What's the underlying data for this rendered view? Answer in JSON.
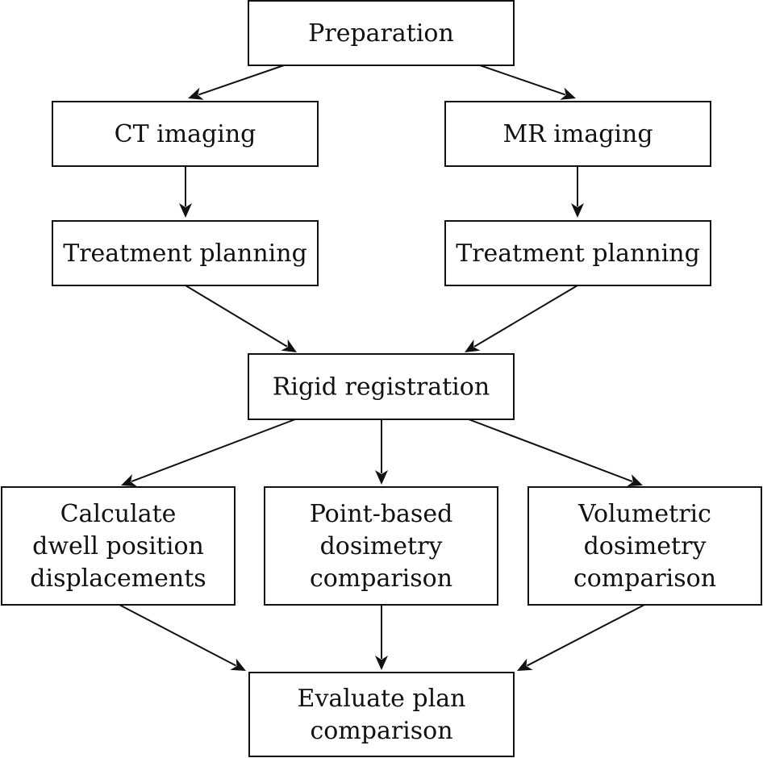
{
  "diagram": {
    "type": "flowchart",
    "nodes": [
      {
        "id": "preparation",
        "lines": [
          "Preparation"
        ]
      },
      {
        "id": "ct-imaging",
        "lines": [
          "CT imaging"
        ]
      },
      {
        "id": "mr-imaging",
        "lines": [
          "MR imaging"
        ]
      },
      {
        "id": "treatment-planning-ct",
        "lines": [
          "Treatment planning"
        ]
      },
      {
        "id": "treatment-planning-mr",
        "lines": [
          "Treatment planning"
        ]
      },
      {
        "id": "rigid-registration",
        "lines": [
          "Rigid registration"
        ]
      },
      {
        "id": "calculate-dwell",
        "lines": [
          "Calculate",
          "dwell position",
          "displacements"
        ]
      },
      {
        "id": "point-based-dosimetry",
        "lines": [
          "Point-based",
          "dosimetry",
          "comparison"
        ]
      },
      {
        "id": "volumetric-dosimetry",
        "lines": [
          "Volumetric",
          "dosimetry",
          "comparison"
        ]
      },
      {
        "id": "evaluate-plan",
        "lines": [
          "Evaluate plan",
          "comparison"
        ]
      }
    ],
    "edges": [
      {
        "from": "preparation",
        "to": "ct-imaging"
      },
      {
        "from": "preparation",
        "to": "mr-imaging"
      },
      {
        "from": "ct-imaging",
        "to": "treatment-planning-ct"
      },
      {
        "from": "mr-imaging",
        "to": "treatment-planning-mr"
      },
      {
        "from": "treatment-planning-ct",
        "to": "rigid-registration"
      },
      {
        "from": "treatment-planning-mr",
        "to": "rigid-registration"
      },
      {
        "from": "rigid-registration",
        "to": "calculate-dwell"
      },
      {
        "from": "rigid-registration",
        "to": "point-based-dosimetry"
      },
      {
        "from": "rigid-registration",
        "to": "volumetric-dosimetry"
      },
      {
        "from": "calculate-dwell",
        "to": "evaluate-plan"
      },
      {
        "from": "point-based-dosimetry",
        "to": "evaluate-plan"
      },
      {
        "from": "volumetric-dosimetry",
        "to": "evaluate-plan"
      }
    ]
  }
}
